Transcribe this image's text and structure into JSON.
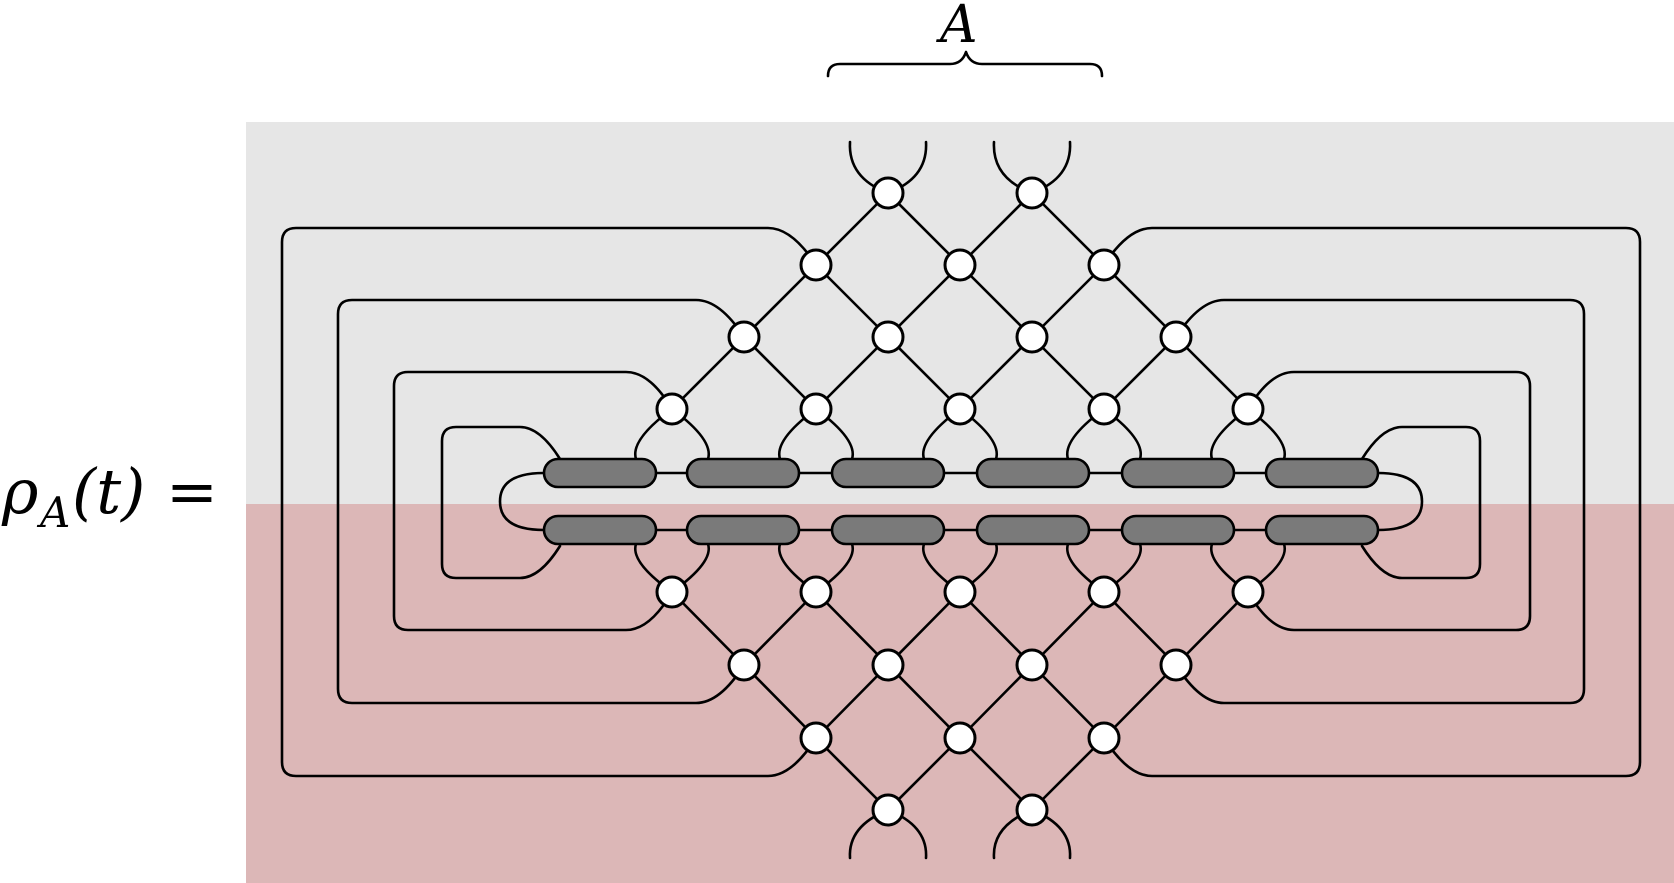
{
  "equation": {
    "lhs_symbol": "ρ",
    "lhs_subscript": "A",
    "lhs_argument": "(t)",
    "equals": "="
  },
  "brace_label": "A",
  "colors": {
    "upper_region": "#e6e6e6",
    "lower_region": "#dcb7b7",
    "gate_fill": "#7a7a7a",
    "node_fill": "#ffffff",
    "line": "#000000"
  }
}
